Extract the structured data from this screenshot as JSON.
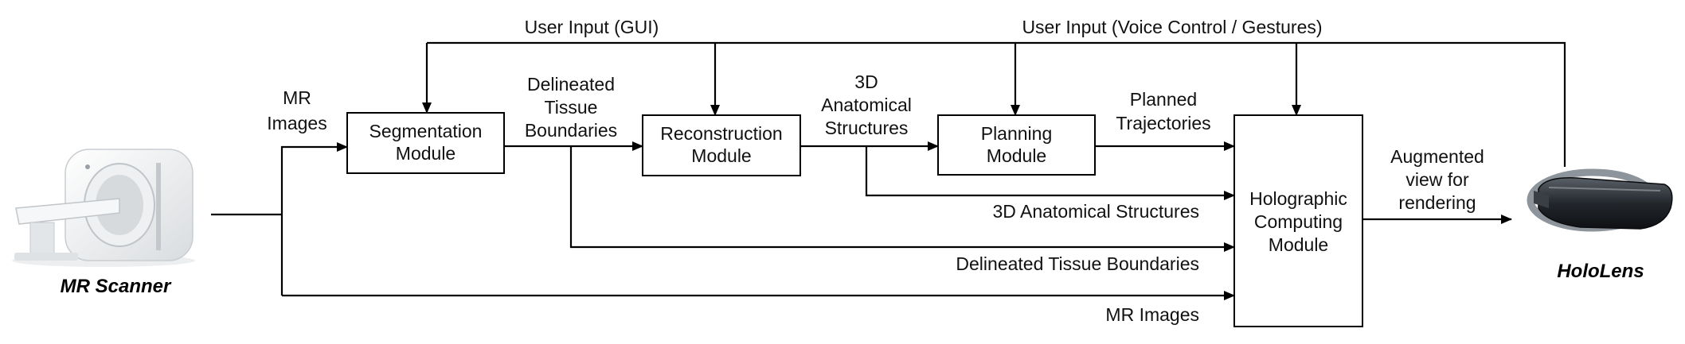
{
  "scanner": {
    "caption": "MR Scanner"
  },
  "hololens": {
    "caption": "HoloLens"
  },
  "modules": {
    "segmentation": [
      "Segmentation",
      "Module"
    ],
    "reconstruction": [
      "Reconstruction",
      "Module"
    ],
    "planning": [
      "Planning",
      "Module"
    ],
    "holographic": [
      "Holographic",
      "Computing",
      "Module"
    ]
  },
  "top_labels": {
    "gui": "User Input (GUI)",
    "voice": "User Input (Voice Control / Gestures)"
  },
  "flow_labels": {
    "mr_images": [
      "MR",
      "Images"
    ],
    "delineated": [
      "Delineated",
      "Tissue",
      "Boundaries"
    ],
    "anatomical": [
      "3D",
      "Anatomical",
      "Structures"
    ],
    "planned": [
      "Planned",
      "Trajectories"
    ],
    "augmented": [
      "Augmented",
      "view for",
      "rendering"
    ]
  },
  "bus_labels": {
    "anatomical": "3D Anatomical Structures",
    "delineated": "Delineated Tissue Boundaries",
    "mr_images": "MR Images"
  }
}
